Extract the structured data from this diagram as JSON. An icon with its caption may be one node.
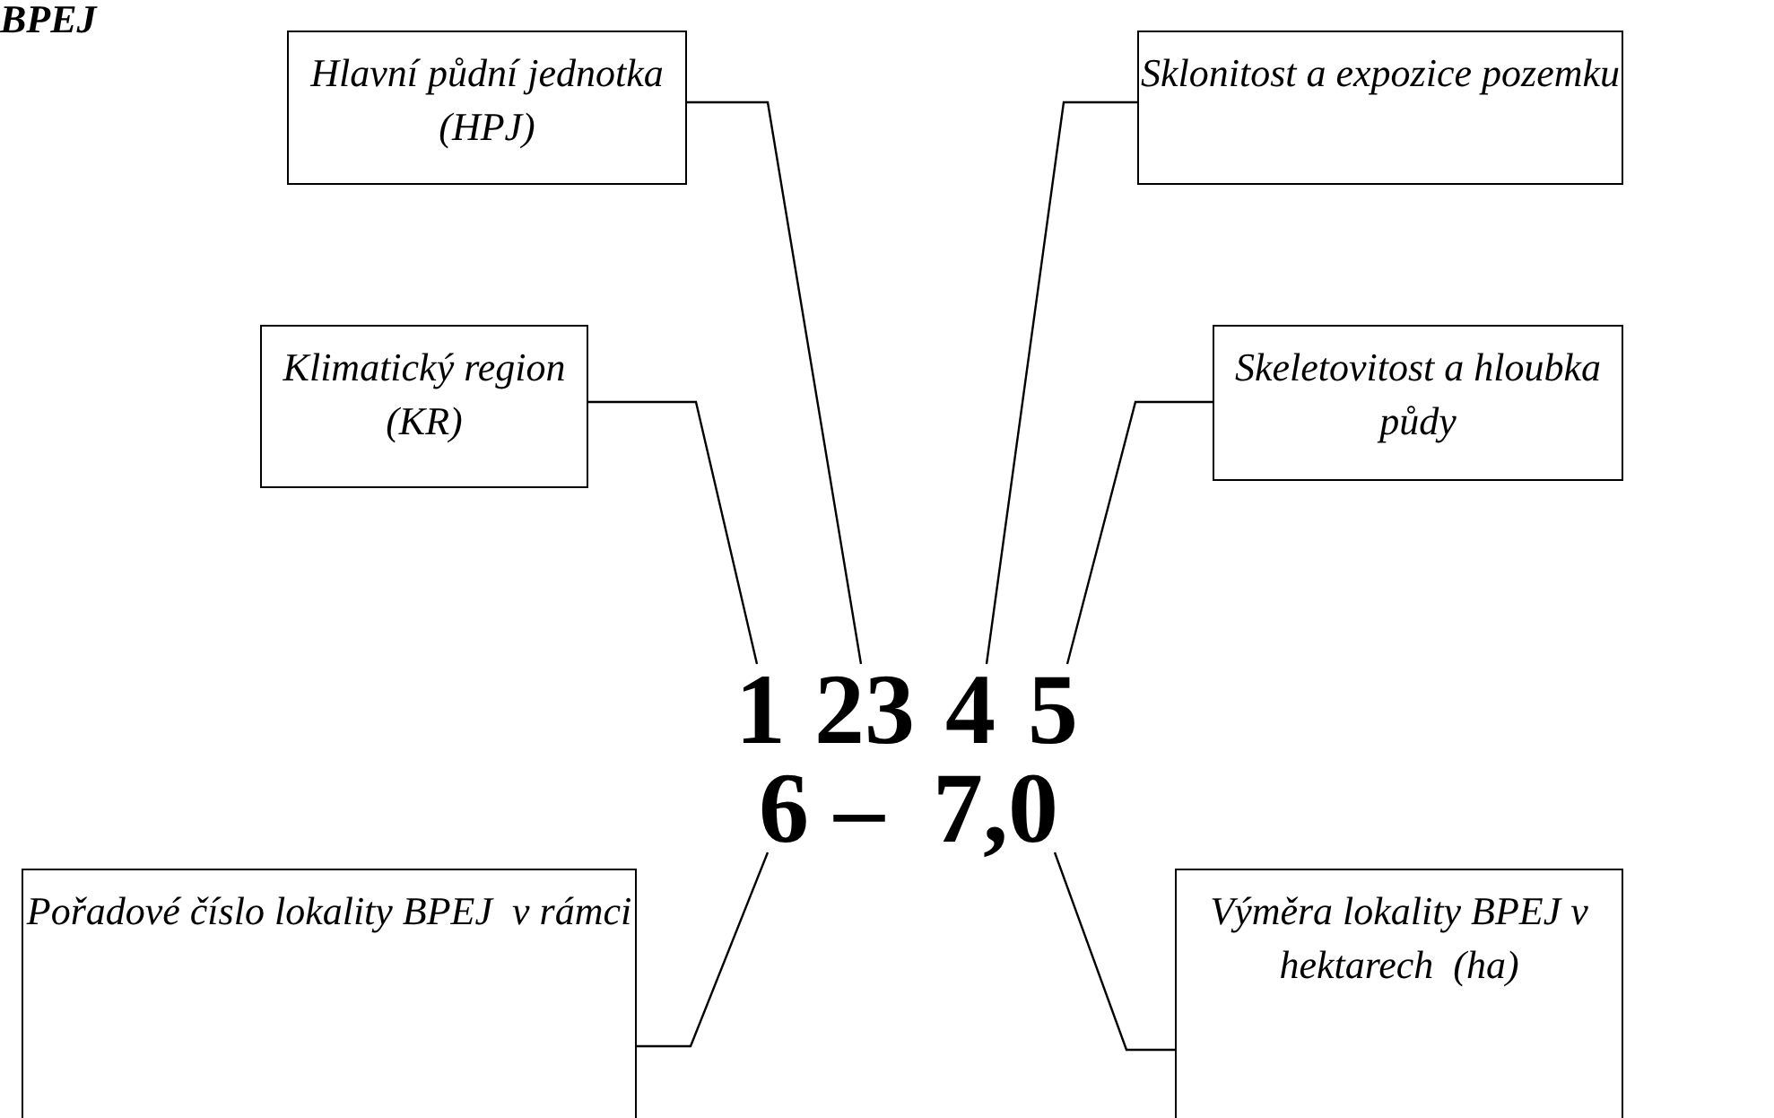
{
  "diagram": {
    "title": "BPEJ",
    "nodes": [
      {
        "text": [
          "Hlavní půdní jednotka (HPJ)"
        ]
      },
      {
        "text": [
          "Sklonitost a expozice pozemku"
        ]
      },
      {
        "text": [
          "Klimatický region (KR)"
        ]
      },
      {
        "text": [
          "Skeletovitost a hloubka půdy"
        ]
      },
      {
        "text": [
          "1"
        ]
      },
      {
        "text": [
          "23"
        ]
      },
      {
        "text": [
          "4"
        ]
      },
      {
        "text": [
          "5"
        ]
      },
      {
        "text": [
          "6"
        ]
      },
      {
        "text": [
          "7,0"
        ]
      },
      {
        "text": [
          "Pořadové číslo lokality BPEJ  v rámci"
        ]
      },
      {
        "text": [
          "Výměra lokality BPEJ v hektarech  (ha)"
        ]
      }
    ],
    "edges": [
      {
        "from": 2,
        "to": 4,
        "arrow": "none"
      },
      {
        "from": 0,
        "to": 5,
        "arrow": "none"
      },
      {
        "from": 1,
        "to": 6,
        "arrow": "none"
      },
      {
        "from": 3,
        "to": 7,
        "arrow": "none"
      },
      {
        "from": 10,
        "to": 8,
        "arrow": "none"
      },
      {
        "from": 11,
        "to": 9,
        "arrow": "none"
      }
    ],
    "labels": [
      "–"
    ]
  }
}
